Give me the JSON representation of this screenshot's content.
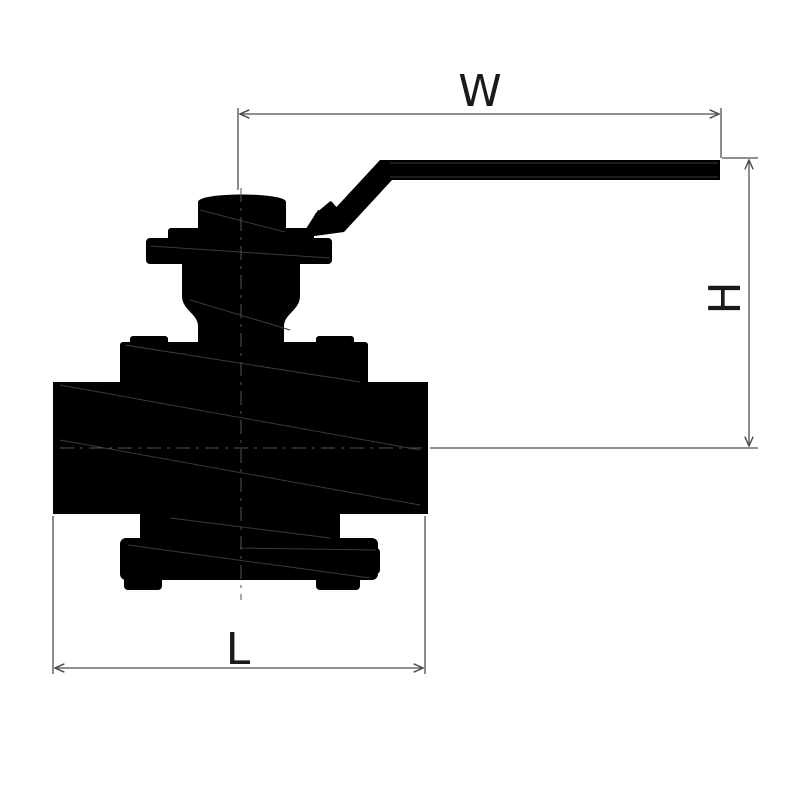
{
  "drawing": {
    "subject": "ball valve",
    "dimensions": {
      "width_label": "W",
      "height_label": "H",
      "length_label": "L"
    },
    "colors": {
      "body": "#000000",
      "dimension_line": "#4d4d4d",
      "hatch": "#3a3a3a",
      "background": "#ffffff"
    }
  }
}
